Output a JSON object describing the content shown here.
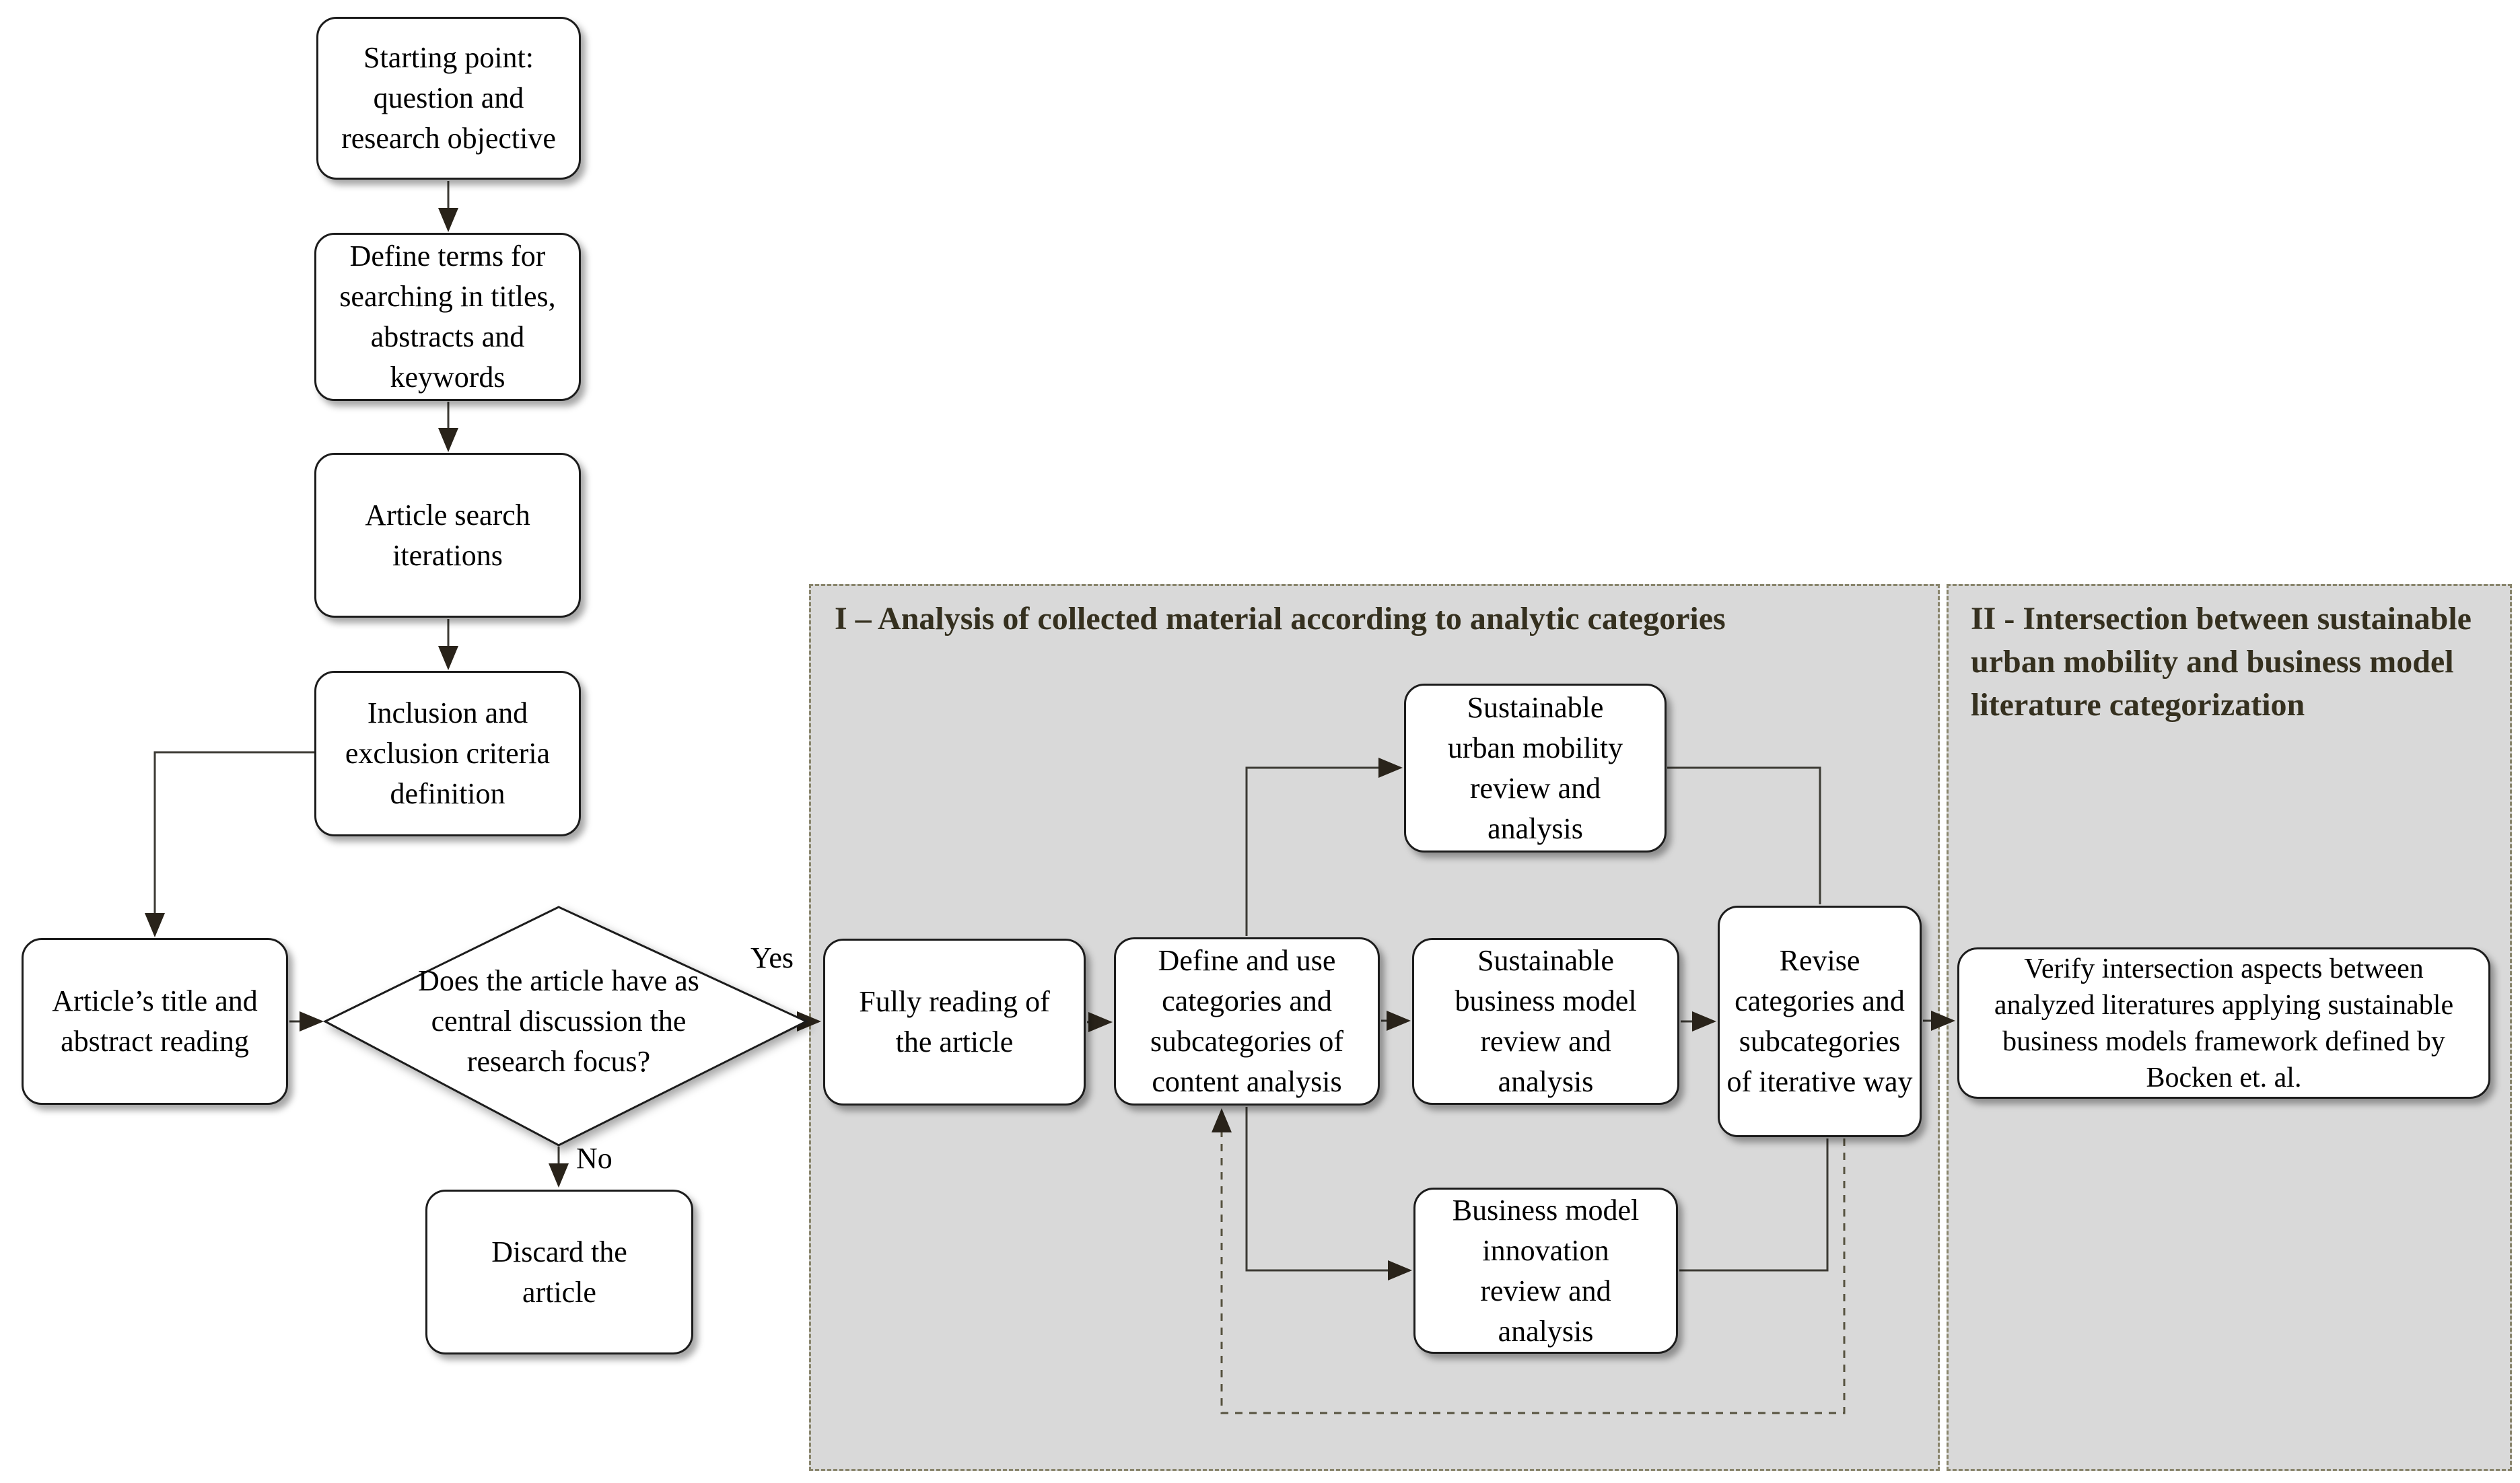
{
  "figure": {
    "type": "flowchart",
    "description": "Systematic literature review methodology flowchart"
  },
  "panels": {
    "panel1": {
      "title": "I – Analysis of collected material according to analytic categories"
    },
    "panel2": {
      "title": "II - Intersection between sustainable urban mobility and business model literature categorization"
    }
  },
  "nodes": {
    "starting_point": "Starting point: question and research objective",
    "define_terms": "Define terms for searching in titles, abstracts and keywords",
    "article_search": "Article search iterations",
    "inclusion_exclusion": "Inclusion and exclusion criteria definition",
    "title_abstract": "Article’s title and abstract reading",
    "decision": "Does the article have as central discussion the research focus?",
    "discard": "Discard the article",
    "fully_reading": "Fully reading of the article",
    "define_categories": "Define and use categories and subcategories of content analysis",
    "sum_review": "Sustainable urban mobility review and analysis",
    "sbm_review": "Sustainable business model review and analysis",
    "bmi_review": "Business model innovation review and analysis",
    "revise_categories": "Revise categories and subcategories of iterative way",
    "verify_intersection": "Verify intersection aspects between analyzed literatures applying sustainable business models framework defined by Bocken et. al."
  },
  "edge_labels": {
    "yes": "Yes",
    "no": "No"
  },
  "colors": {
    "panel_fill": "#d9d9d9",
    "panel_border": "#89856c",
    "box_border": "#1c1c1c",
    "line": "#3c3a34",
    "arrowhead": "#29231a",
    "title_text": "#35301f"
  }
}
